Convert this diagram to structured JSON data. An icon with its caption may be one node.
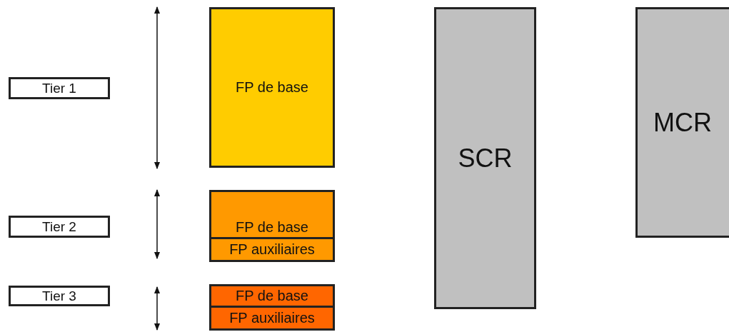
{
  "diagram": {
    "nodes": [
      {
        "text": [
          "Tier 1"
        ]
      },
      {
        "text": [
          "FP de base"
        ]
      },
      {
        "text": [
          "SCR"
        ]
      },
      {
        "text": [
          "MCR"
        ]
      },
      {
        "text": [
          "Tier 2"
        ]
      },
      {
        "text": [
          "FP de base"
        ]
      },
      {
        "text": [
          "FP auxiliaires"
        ]
      },
      {
        "text": [
          "Tier 3"
        ]
      },
      {
        "text": [
          "FP de base"
        ]
      },
      {
        "text": [
          "FP auxiliaires"
        ]
      }
    ]
  }
}
